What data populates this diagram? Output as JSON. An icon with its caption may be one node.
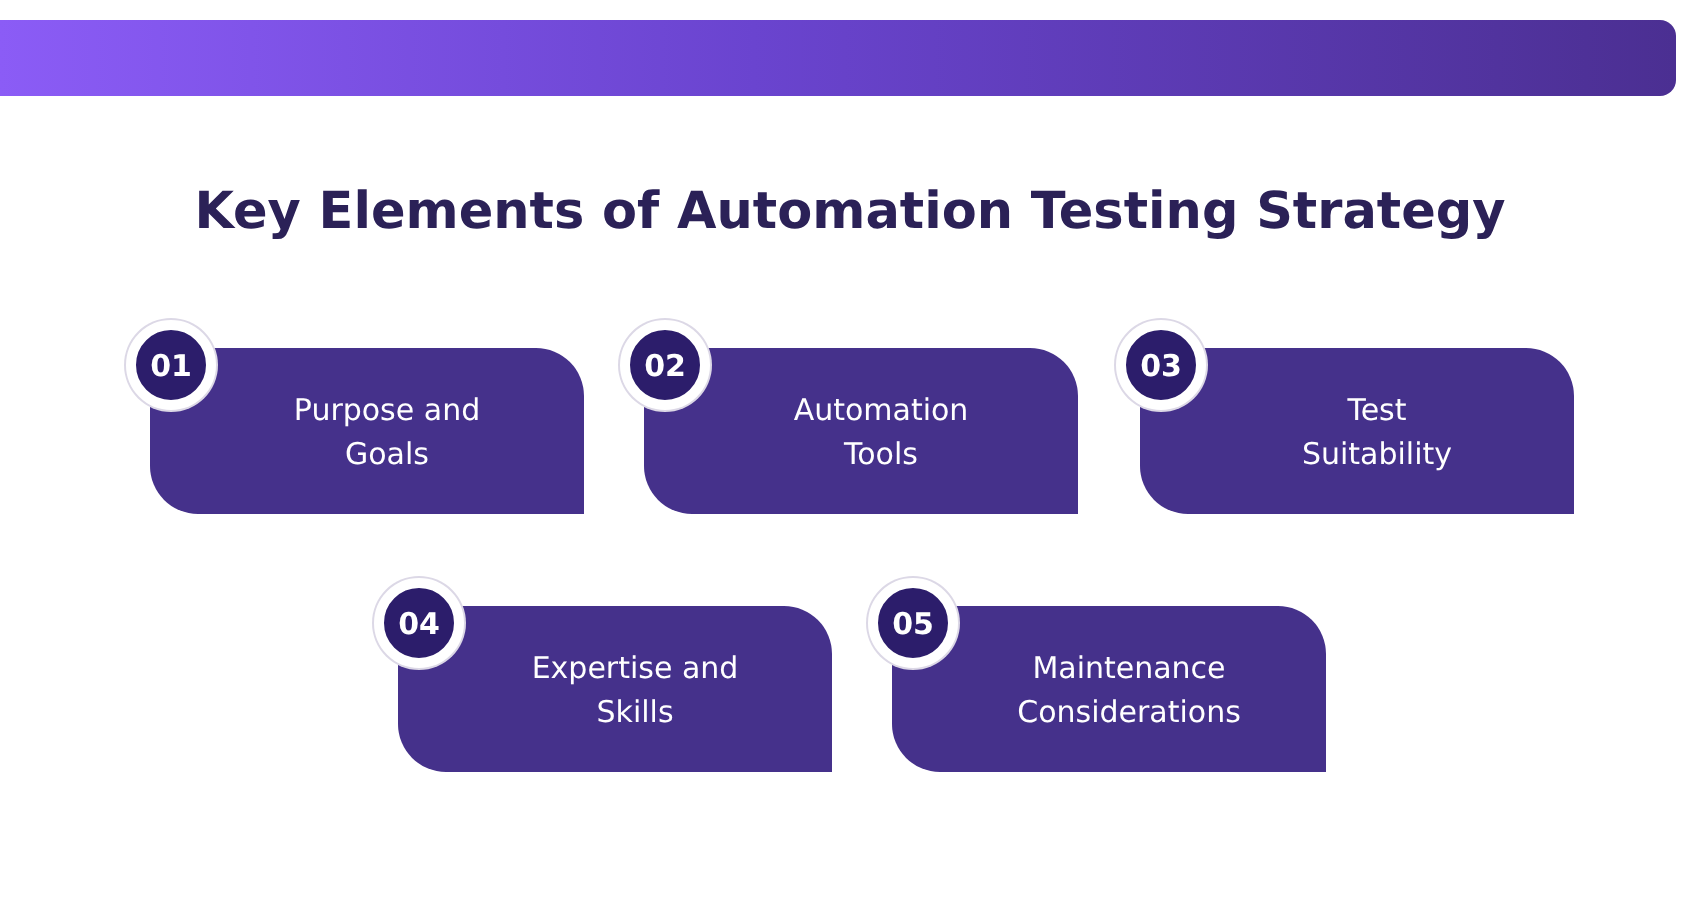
{
  "diagram": {
    "title": "Key Elements of Automation Testing Strategy",
    "nodes": [
      {
        "text": [
          "01"
        ]
      },
      {
        "text": [
          "Purpose and Goals"
        ]
      },
      {
        "text": [
          "02"
        ]
      },
      {
        "text": [
          "Automation Tools"
        ]
      },
      {
        "text": [
          "03"
        ]
      },
      {
        "text": [
          "Test Suitability"
        ]
      },
      {
        "text": [
          "04"
        ]
      },
      {
        "text": [
          "Expertise and Skills"
        ]
      },
      {
        "text": [
          "05"
        ]
      },
      {
        "text": [
          "Maintenance Considerations"
        ]
      }
    ]
  }
}
